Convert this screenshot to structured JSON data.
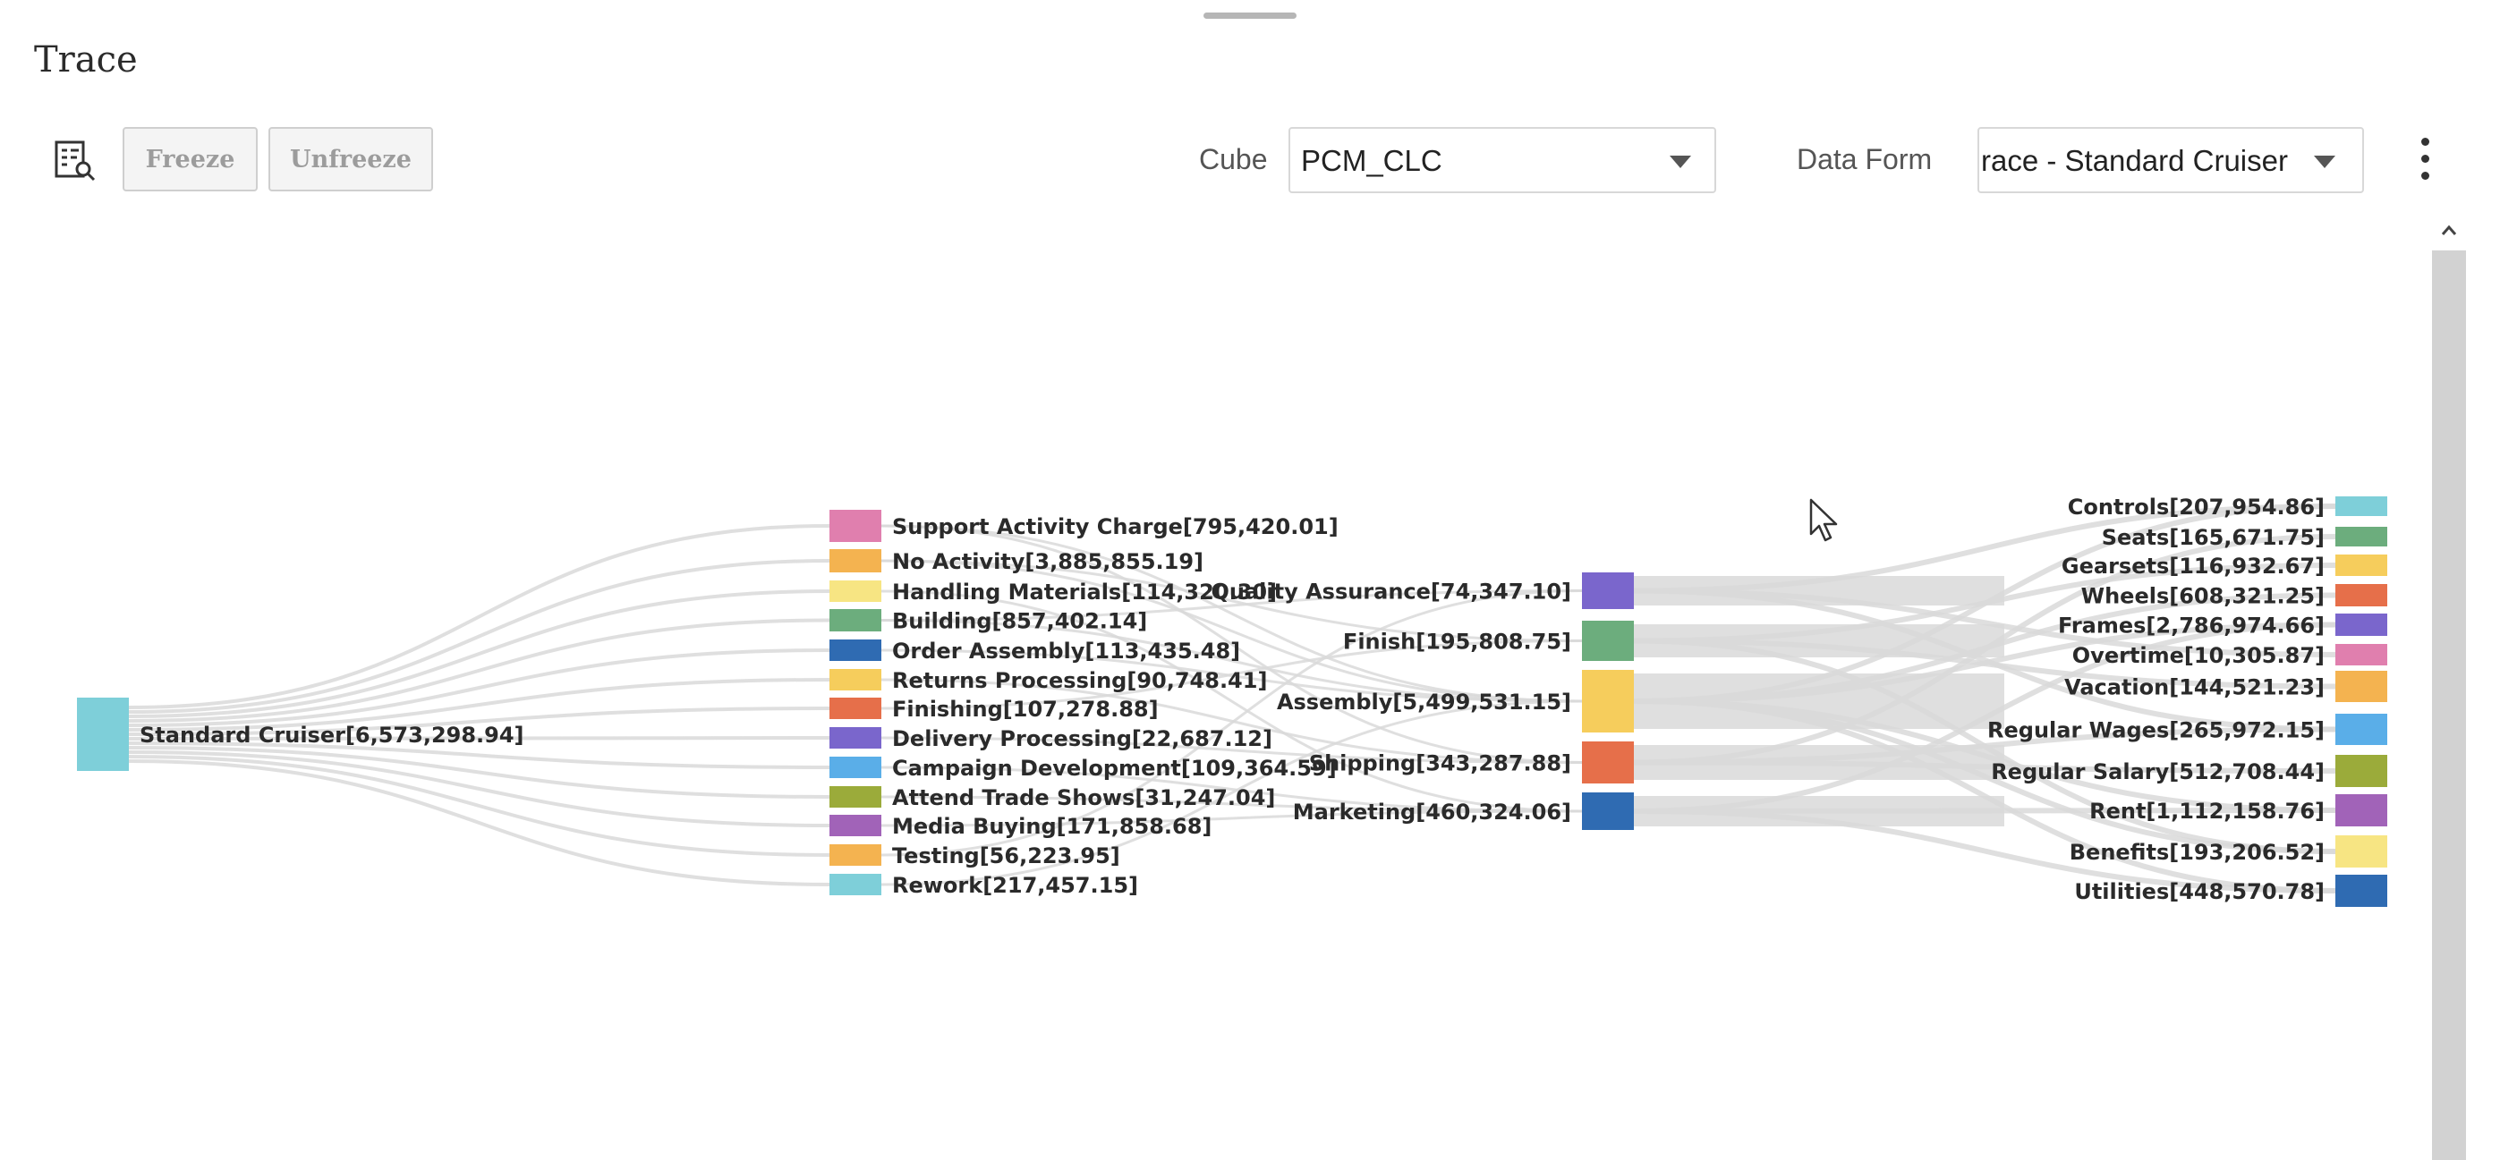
{
  "panel": {
    "title": "Trace"
  },
  "toolbar": {
    "icon": "trace-report-icon",
    "freeze_label": "Freeze",
    "unfreeze_label": "Unfreeze",
    "cube_label": "Cube",
    "cube_value": "PCM_CLC",
    "data_form_label": "Data Form",
    "data_form_value": "race - Standard Cruiser",
    "more_icon": "kebab-menu-icon"
  },
  "chart_data": {
    "type": "sankey",
    "columns": [
      [
        {
          "label": "Standard Cruiser[6,573,298.94]",
          "color": "#7ecfd9"
        }
      ],
      [
        {
          "label": "Support Activity Charge[795,420.01]",
          "color": "#e07fae"
        },
        {
          "label": "No Activity[3,885,855.19]",
          "color": "#f4b350"
        },
        {
          "label": "Handling Materials[114,320.30]",
          "color": "#f7e583"
        },
        {
          "label": "Building[857,402.14]",
          "color": "#6cad7d"
        },
        {
          "label": "Order Assembly[113,435.48]",
          "color": "#2f6bb2"
        },
        {
          "label": "Returns Processing[90,748.41]",
          "color": "#f6cd5c"
        },
        {
          "label": "Finishing[107,278.88]",
          "color": "#e66f4a"
        },
        {
          "label": "Delivery Processing[22,687.12]",
          "color": "#7a66cc"
        },
        {
          "label": "Campaign Development[109,364.59]",
          "color": "#5aaee8"
        },
        {
          "label": "Attend Trade Shows[31,247.04]",
          "color": "#9bab3a"
        },
        {
          "label": "Media Buying[171,858.68]",
          "color": "#a163b8"
        },
        {
          "label": "Testing[56,223.95]",
          "color": "#f4b350"
        },
        {
          "label": "Rework[217,457.15]",
          "color": "#7ecfd9"
        }
      ],
      [
        {
          "label": "Quality Assurance[74,347.10]",
          "color": "#7a66cc"
        },
        {
          "label": "Finish[195,808.75]",
          "color": "#6cad7d"
        },
        {
          "label": "Assembly[5,499,531.15]",
          "color": "#f6cd5c"
        },
        {
          "label": "Shipping[343,287.88]",
          "color": "#e66f4a"
        },
        {
          "label": "Marketing[460,324.06]",
          "color": "#2f6bb2"
        }
      ],
      [
        {
          "label": "Controls[207,954.86]",
          "color": "#7ecfd9"
        },
        {
          "label": "Seats[165,671.75]",
          "color": "#6cad7d"
        },
        {
          "label": "Gearsets[116,932.67]",
          "color": "#f6cd5c"
        },
        {
          "label": "Wheels[608,321.25]",
          "color": "#e66f4a"
        },
        {
          "label": "Frames[2,786,974.66]",
          "color": "#7a66cc"
        },
        {
          "label": "Overtime[10,305.87]",
          "color": "#e07fae"
        },
        {
          "label": "Vacation[144,521.23]",
          "color": "#f4b350"
        },
        {
          "label": "Regular Wages[265,972.15]",
          "color": "#5aaee8"
        },
        {
          "label": "Regular Salary[512,708.44]",
          "color": "#9bab3a"
        },
        {
          "label": "Rent[1,112,158.76]",
          "color": "#a163b8"
        },
        {
          "label": "Benefits[193,206.52]",
          "color": "#f7e583"
        },
        {
          "label": "Utilities[448,570.78]",
          "color": "#2f6bb2"
        }
      ]
    ]
  }
}
